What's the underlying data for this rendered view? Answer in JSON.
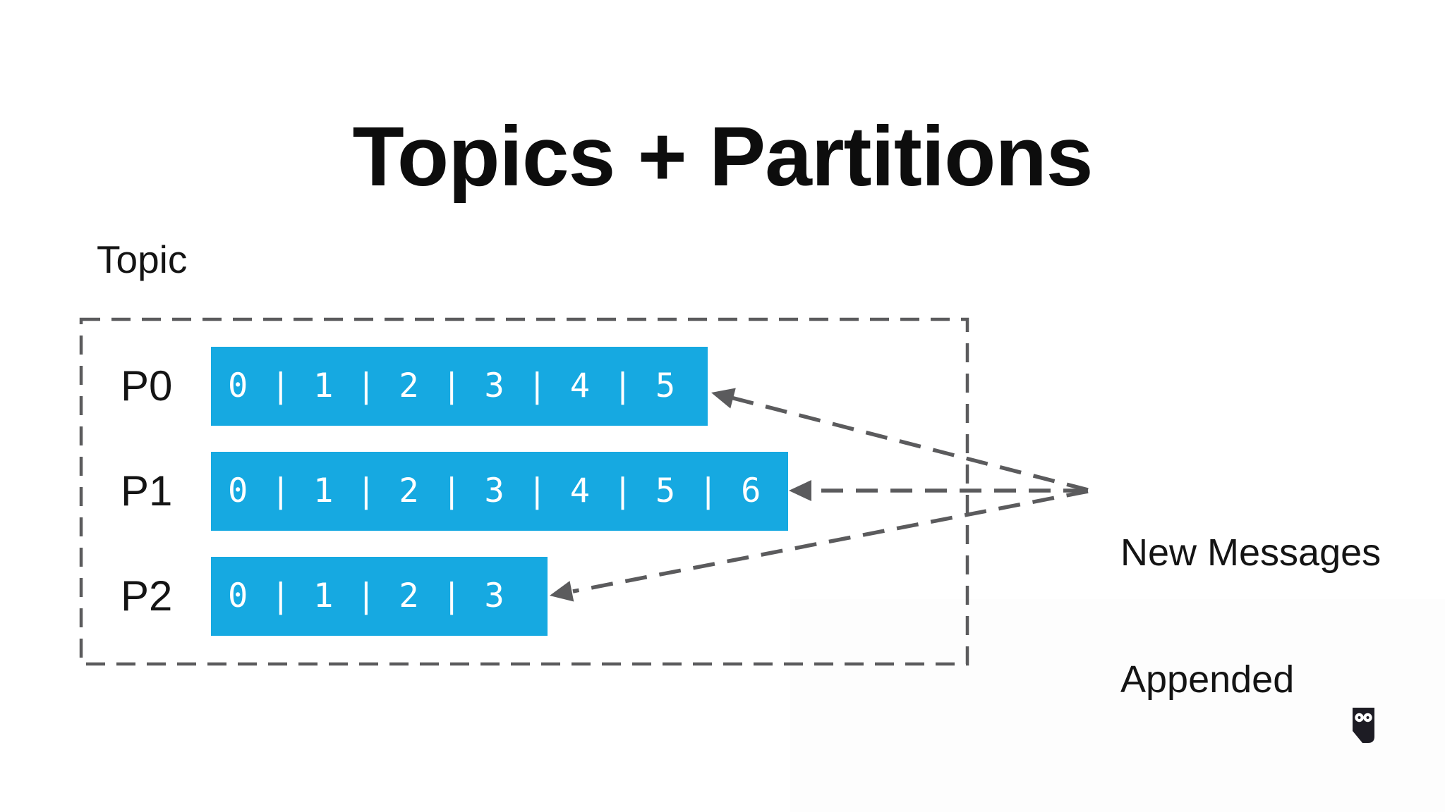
{
  "title": "Topics + Partitions",
  "topic": {
    "label": "Topic",
    "partitions": [
      {
        "label": "P0",
        "messages": "0 | 1 | 2 | 3 | 4 | 5"
      },
      {
        "label": "P1",
        "messages": "0 | 1 | 2 | 3 | 4 | 5 | 6"
      },
      {
        "label": "P2",
        "messages": "0 | 1 | 2 | 3"
      }
    ]
  },
  "annotation": {
    "line1": "New Messages",
    "line2": "Appended"
  },
  "colors": {
    "partition_bar_blue": "#16A9E1",
    "dash_gray": "#5B5B5D",
    "text_dark": "#141414",
    "bar_text_white": "#FFFFFF",
    "logo_dark": "#1D1C24"
  },
  "icons": {
    "bottom_right_logo": "owl-logo-icon"
  }
}
